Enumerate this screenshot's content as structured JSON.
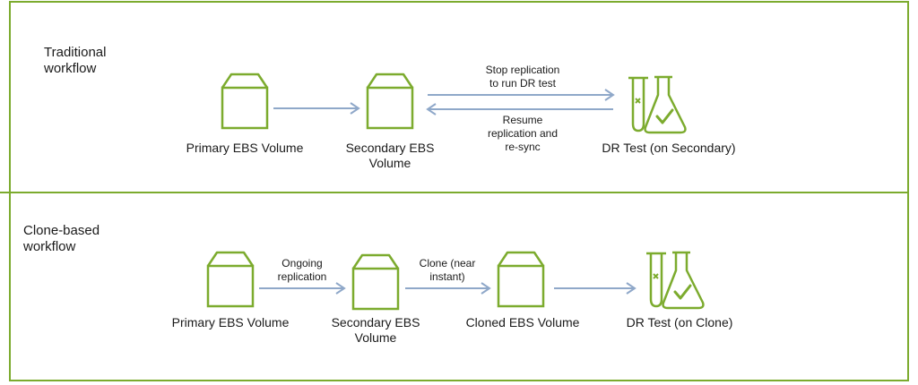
{
  "sections": {
    "traditional": {
      "title": "Traditional\nworkflow",
      "nodes": [
        "Primary EBS Volume",
        "Secondary EBS\nVolume",
        "DR Test (on Secondary)"
      ],
      "arrows": [
        "Stop replication\nto run DR test",
        "Resume\nreplication and\nre-sync"
      ]
    },
    "clone": {
      "title": "Clone-based\nworkflow",
      "nodes": [
        "Primary EBS Volume",
        "Secondary EBS\nVolume",
        "Cloned  EBS Volume",
        "DR Test (on Clone)"
      ],
      "arrows": [
        "Ongoing\nreplication",
        "Clone (near\ninstant)"
      ]
    }
  },
  "colors": {
    "accent": "#7cab2e",
    "arrow": "#8fa8c9"
  },
  "icons": [
    "storage-volume-icon",
    "lab-flask-icon"
  ]
}
